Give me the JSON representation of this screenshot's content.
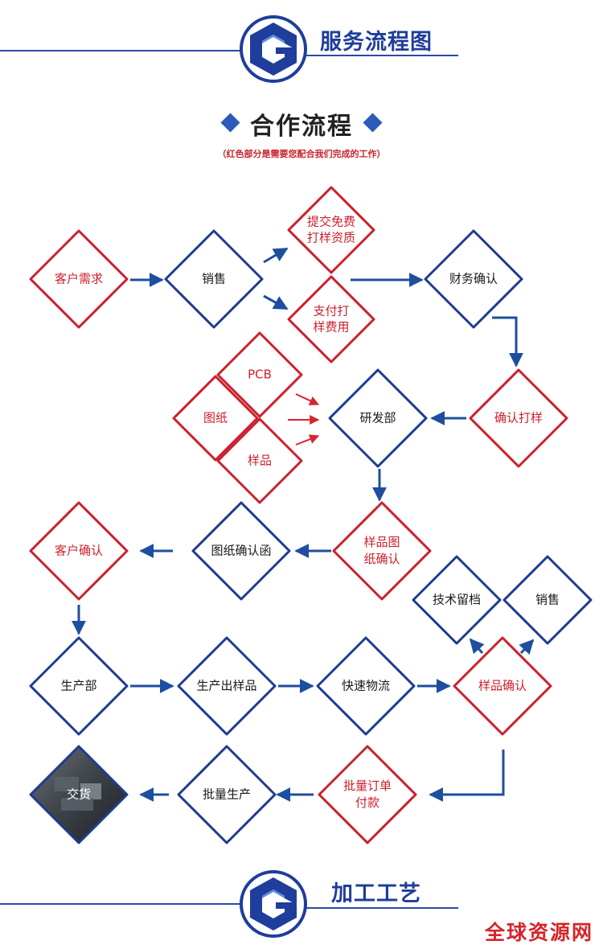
{
  "header": {
    "title": "服务流程图"
  },
  "section": {
    "title": "合作流程",
    "subtitle": "（红色部分是需要您配合我们完成的工作）"
  },
  "nodes": [
    {
      "id": "n1",
      "lines": [
        "客户需求"
      ],
      "color": "red"
    },
    {
      "id": "n2",
      "lines": [
        "销售"
      ],
      "color": "blue"
    },
    {
      "id": "n3",
      "lines": [
        "提交免费",
        "打样资质"
      ],
      "color": "red"
    },
    {
      "id": "n4",
      "lines": [
        "支付打",
        "样费用"
      ],
      "color": "red"
    },
    {
      "id": "n5",
      "lines": [
        "财务确认"
      ],
      "color": "blue"
    },
    {
      "id": "n6",
      "lines": [
        "确认打样"
      ],
      "color": "red"
    },
    {
      "id": "n7",
      "lines": [
        "研发部"
      ],
      "color": "blue"
    },
    {
      "id": "n8",
      "lines": [
        "PCB"
      ],
      "color": "red"
    },
    {
      "id": "n9",
      "lines": [
        "图纸"
      ],
      "color": "red"
    },
    {
      "id": "n10",
      "lines": [
        "样品"
      ],
      "color": "red"
    },
    {
      "id": "n11",
      "lines": [
        "样品图",
        "纸确认"
      ],
      "color": "red"
    },
    {
      "id": "n12",
      "lines": [
        "图纸确认函"
      ],
      "color": "blue"
    },
    {
      "id": "n13",
      "lines": [
        "客户确认"
      ],
      "color": "red"
    },
    {
      "id": "n14",
      "lines": [
        "技术留档"
      ],
      "color": "blue"
    },
    {
      "id": "n15",
      "lines": [
        "销售"
      ],
      "color": "blue"
    },
    {
      "id": "n16",
      "lines": [
        "生产部"
      ],
      "color": "blue"
    },
    {
      "id": "n17",
      "lines": [
        "生产出样品"
      ],
      "color": "blue"
    },
    {
      "id": "n18",
      "lines": [
        "快速物流"
      ],
      "color": "blue"
    },
    {
      "id": "n19",
      "lines": [
        "样品确认"
      ],
      "color": "red"
    },
    {
      "id": "n20",
      "lines": [
        "批量订单",
        "付款"
      ],
      "color": "red"
    },
    {
      "id": "n21",
      "lines": [
        "批量生产"
      ],
      "color": "blue"
    },
    {
      "id": "n22",
      "lines": [
        "交货"
      ],
      "color": "photo"
    }
  ],
  "colors": {
    "blue": "#1f3a8f",
    "red": "#cc1f2d",
    "arrow": "#1e4ea0",
    "small_arrow": "#d9232f"
  },
  "footer": {
    "title": "加工工艺"
  },
  "watermark": "全球资源网"
}
